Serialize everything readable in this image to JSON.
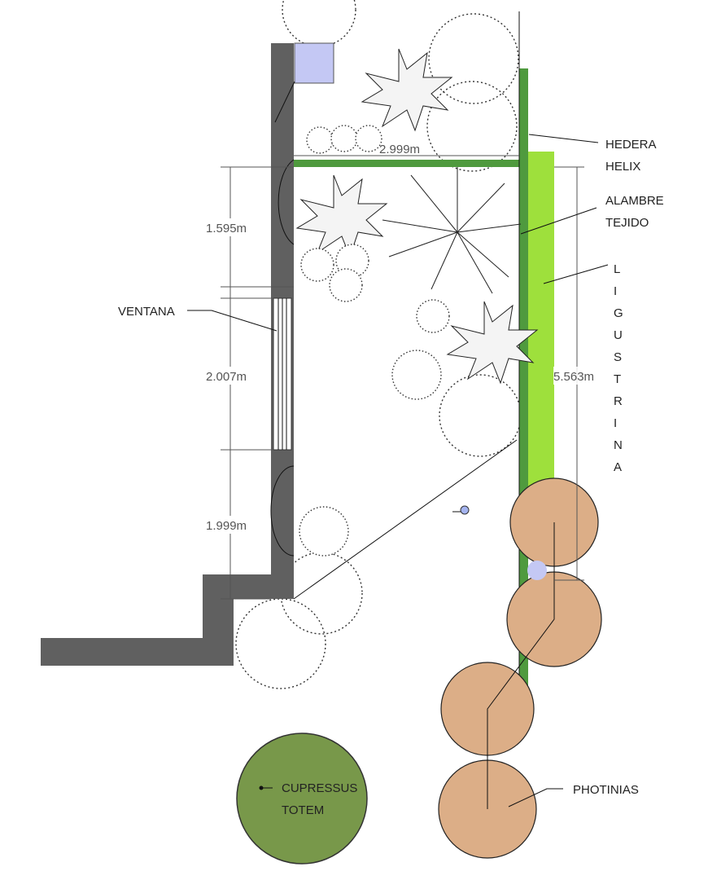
{
  "labels": {
    "hedera": [
      "HEDERA",
      "HELIX"
    ],
    "alambre": [
      "ALAMBRE",
      "TEJIDO"
    ],
    "ligustrina": [
      "L",
      "I",
      "G",
      "U",
      "S",
      "T",
      "R",
      "I",
      "N",
      "A"
    ],
    "ventana": "VENTANA",
    "cupressus": [
      "CUPRESSUS",
      "TOTEM"
    ],
    "photinias": "PHOTINIAS"
  },
  "dimensions": {
    "width_top": "2.999m",
    "left_1": "1.595m",
    "left_2": "2.007m",
    "left_3": "1.999m",
    "right_total": "5.563m"
  },
  "colors": {
    "wall": "#606060",
    "hedge_dark": "#4f9a3e",
    "hedge_light": "#9ee03c",
    "photinia": "#dcae87",
    "cupressus": "#78984a",
    "window": "#c4c8f4"
  },
  "icons": [
    "tree-outline-icon",
    "palm-icon",
    "fern-icon",
    "shrub-icon"
  ]
}
